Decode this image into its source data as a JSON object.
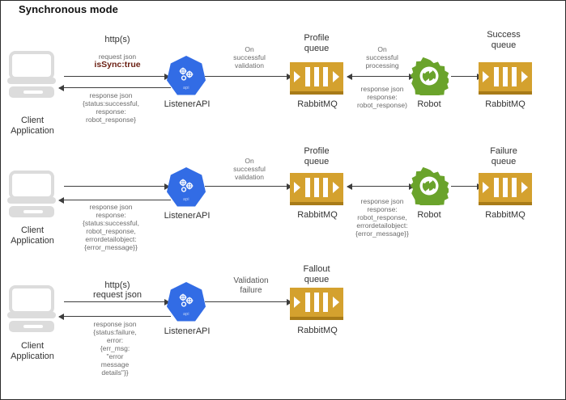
{
  "title": "Synchronous mode",
  "colors": {
    "api_blue": "#326ce5",
    "queue_amber": "#d4a12e",
    "queue_amber_dark": "#a87b18",
    "robot_green": "#6aa32b",
    "client_gray": "#dcdcdc",
    "arrow_gray": "#3d3d3d",
    "annotation_gray": "#6b6b6b",
    "issync_red": "#6b1f12"
  },
  "icons": {
    "client": "client-computer-icon",
    "api": "kubernetes-api-icon",
    "queue": "rabbitmq-queue-icon",
    "robot": "robot-gear-icon"
  },
  "nodes": {
    "client_label": "Client\nApplication",
    "api_label": "ListenerAPI",
    "api_glyph_text": "api",
    "queue_label": "RabbitMQ",
    "robot_label": "Robot"
  },
  "rows": [
    {
      "id": "row-success",
      "request_protocol": "http(s)",
      "request_kind": "request json",
      "request_flag": "isSync:true",
      "response_lines": "response json\n{status:successful,\nresponse:\nrobot_response}",
      "api_to_queue_label": "On\nsuccessful\nvalidation",
      "queue_name": "Profile\nqueue",
      "queue_tech": "RabbitMQ",
      "queue_to_robot_label": "On\nsuccessful\nprocessing",
      "robot_to_queue_response": "response json\nresponse:\nrobot_response)",
      "robot_label": "Robot",
      "result_queue_name": "Success\nqueue",
      "result_queue_tech": "RabbitMQ"
    },
    {
      "id": "row-failure",
      "request_protocol": "",
      "request_kind": "",
      "request_flag": "",
      "response_lines": "response json\nresponse:\n{status:successful,\nrobot_response,\nerrordetailobject:\n{error_message}}",
      "api_to_queue_label": "On\nsuccessful\nvalidation",
      "queue_name": "Profile\nqueue",
      "queue_tech": "RabbitMQ",
      "queue_to_robot_label": "",
      "robot_to_queue_response": "response json\nresponse:\nrobot_response,\nerrordetailobject:\n{error_message}}",
      "robot_label": "Robot",
      "result_queue_name": "Failure\nqueue",
      "result_queue_tech": "RabbitMQ"
    },
    {
      "id": "row-validation-failure",
      "request_protocol": "http(s)",
      "request_kind": "request json",
      "request_flag": "",
      "response_lines": "response json\n{status:failure,\nerror:\n{err_msg:\n\"error\nmessage\ndetails\"}}",
      "api_to_queue_label": "Validation\nfailure",
      "queue_name": "Fallout\nqueue",
      "queue_tech": "RabbitMQ",
      "queue_to_robot_label": "",
      "robot_to_queue_response": "",
      "robot_label": "",
      "result_queue_name": "",
      "result_queue_tech": ""
    }
  ]
}
